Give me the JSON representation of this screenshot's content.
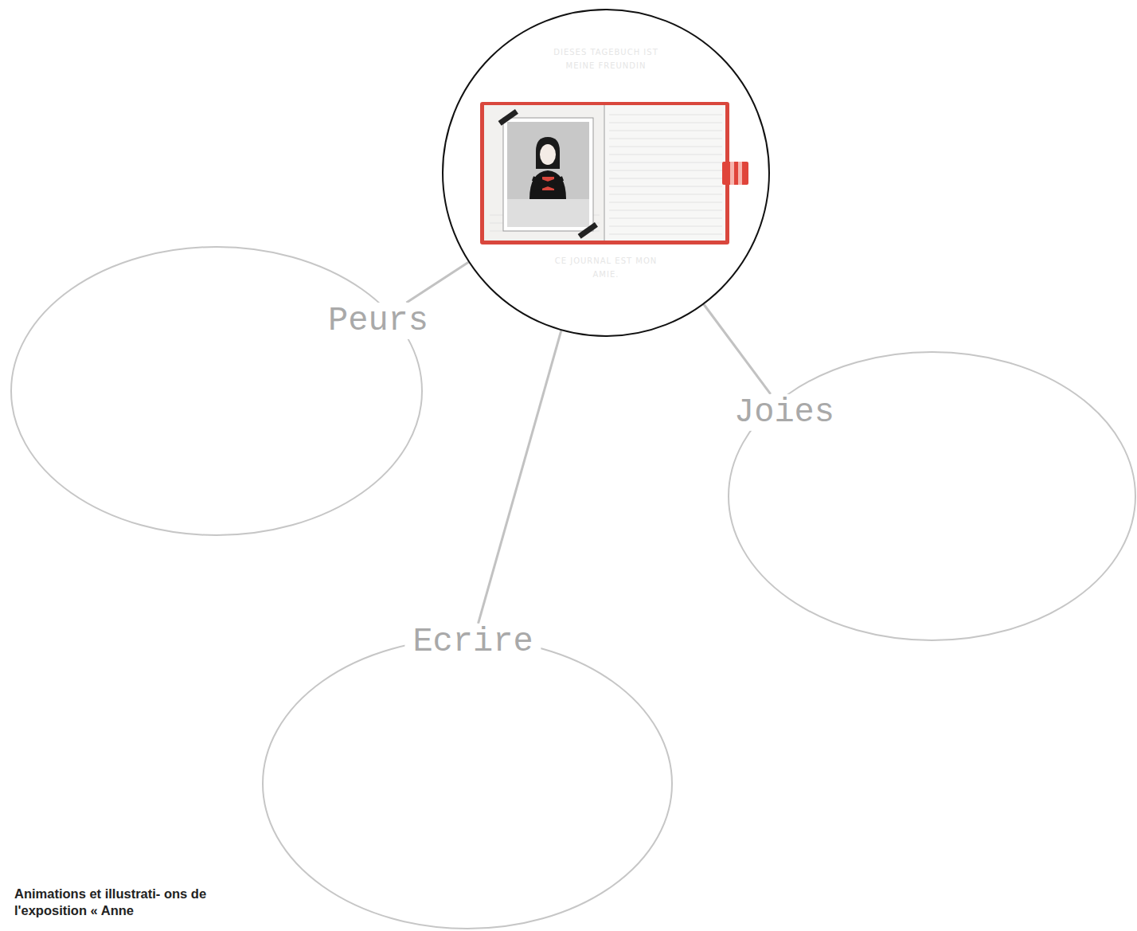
{
  "diagram": {
    "caption": "Animations et illustrati- ons de l'exposition « Anne",
    "nodes": [
      {
        "text": [
          "DIESES TAGEBUCH IST MEINE FREUNDIN",
          "CE JOURNAL EST MON AMIE."
        ]
      },
      {
        "text": [
          "Peurs"
        ]
      },
      {
        "text": [
          "Joies"
        ]
      },
      {
        "text": [
          "Ecrire"
        ]
      }
    ],
    "edges": [
      {
        "from": 0,
        "to": 1,
        "arrow": "none"
      },
      {
        "from": 0,
        "to": 2,
        "arrow": "none"
      },
      {
        "from": 0,
        "to": 3,
        "arrow": "none"
      }
    ]
  }
}
